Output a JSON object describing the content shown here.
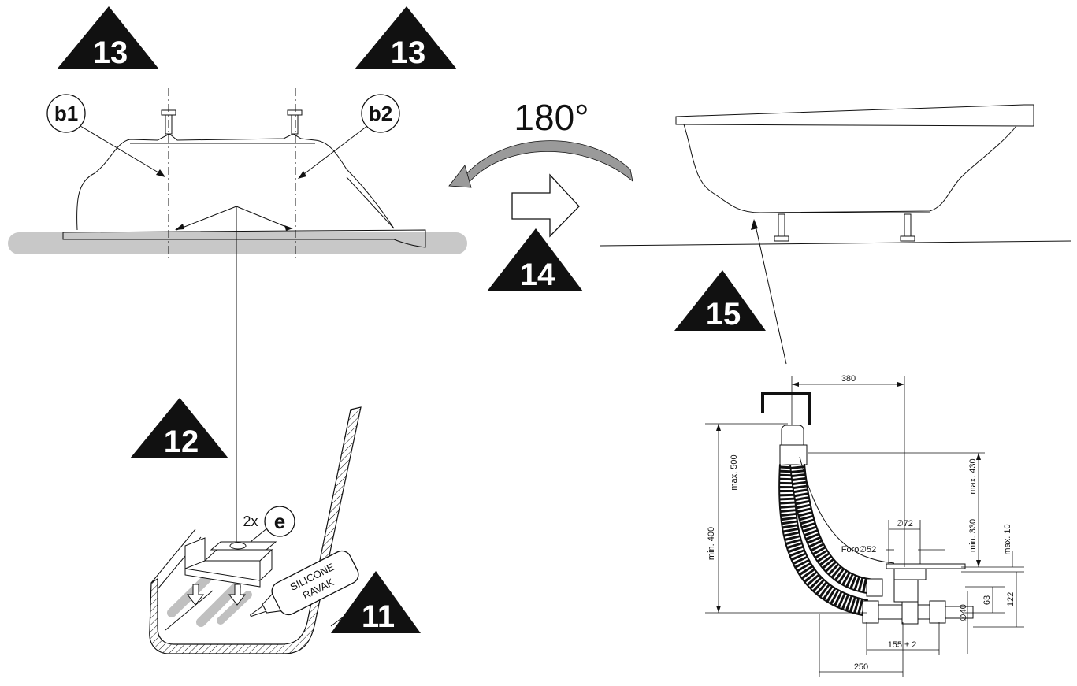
{
  "steps": {
    "s13a": "13",
    "s13b": "13",
    "s14": "14",
    "s15": "15",
    "s12": "12",
    "s11": "11"
  },
  "labels": {
    "b1": "b1",
    "b2": "b2",
    "rotation": "180°",
    "count": "2x",
    "e": "e",
    "silicone_line1": "SILICONE",
    "silicone_line2": "RAVAK"
  },
  "dimensions": {
    "d380": "380",
    "max500": "max. 500",
    "min400": "min. 400",
    "max430": "max. 430",
    "min330": "min. 330",
    "max10": "max. 10",
    "d72": "∅72",
    "foro52": "Foro∅52",
    "d63": "63",
    "d122": "122",
    "d40": "∅40",
    "d155": "155 ± 2",
    "d250": "250"
  },
  "colors": {
    "ink": "#111111",
    "floor_gray": "#c8c8c8",
    "arrow_gray": "#9a9a9a"
  }
}
